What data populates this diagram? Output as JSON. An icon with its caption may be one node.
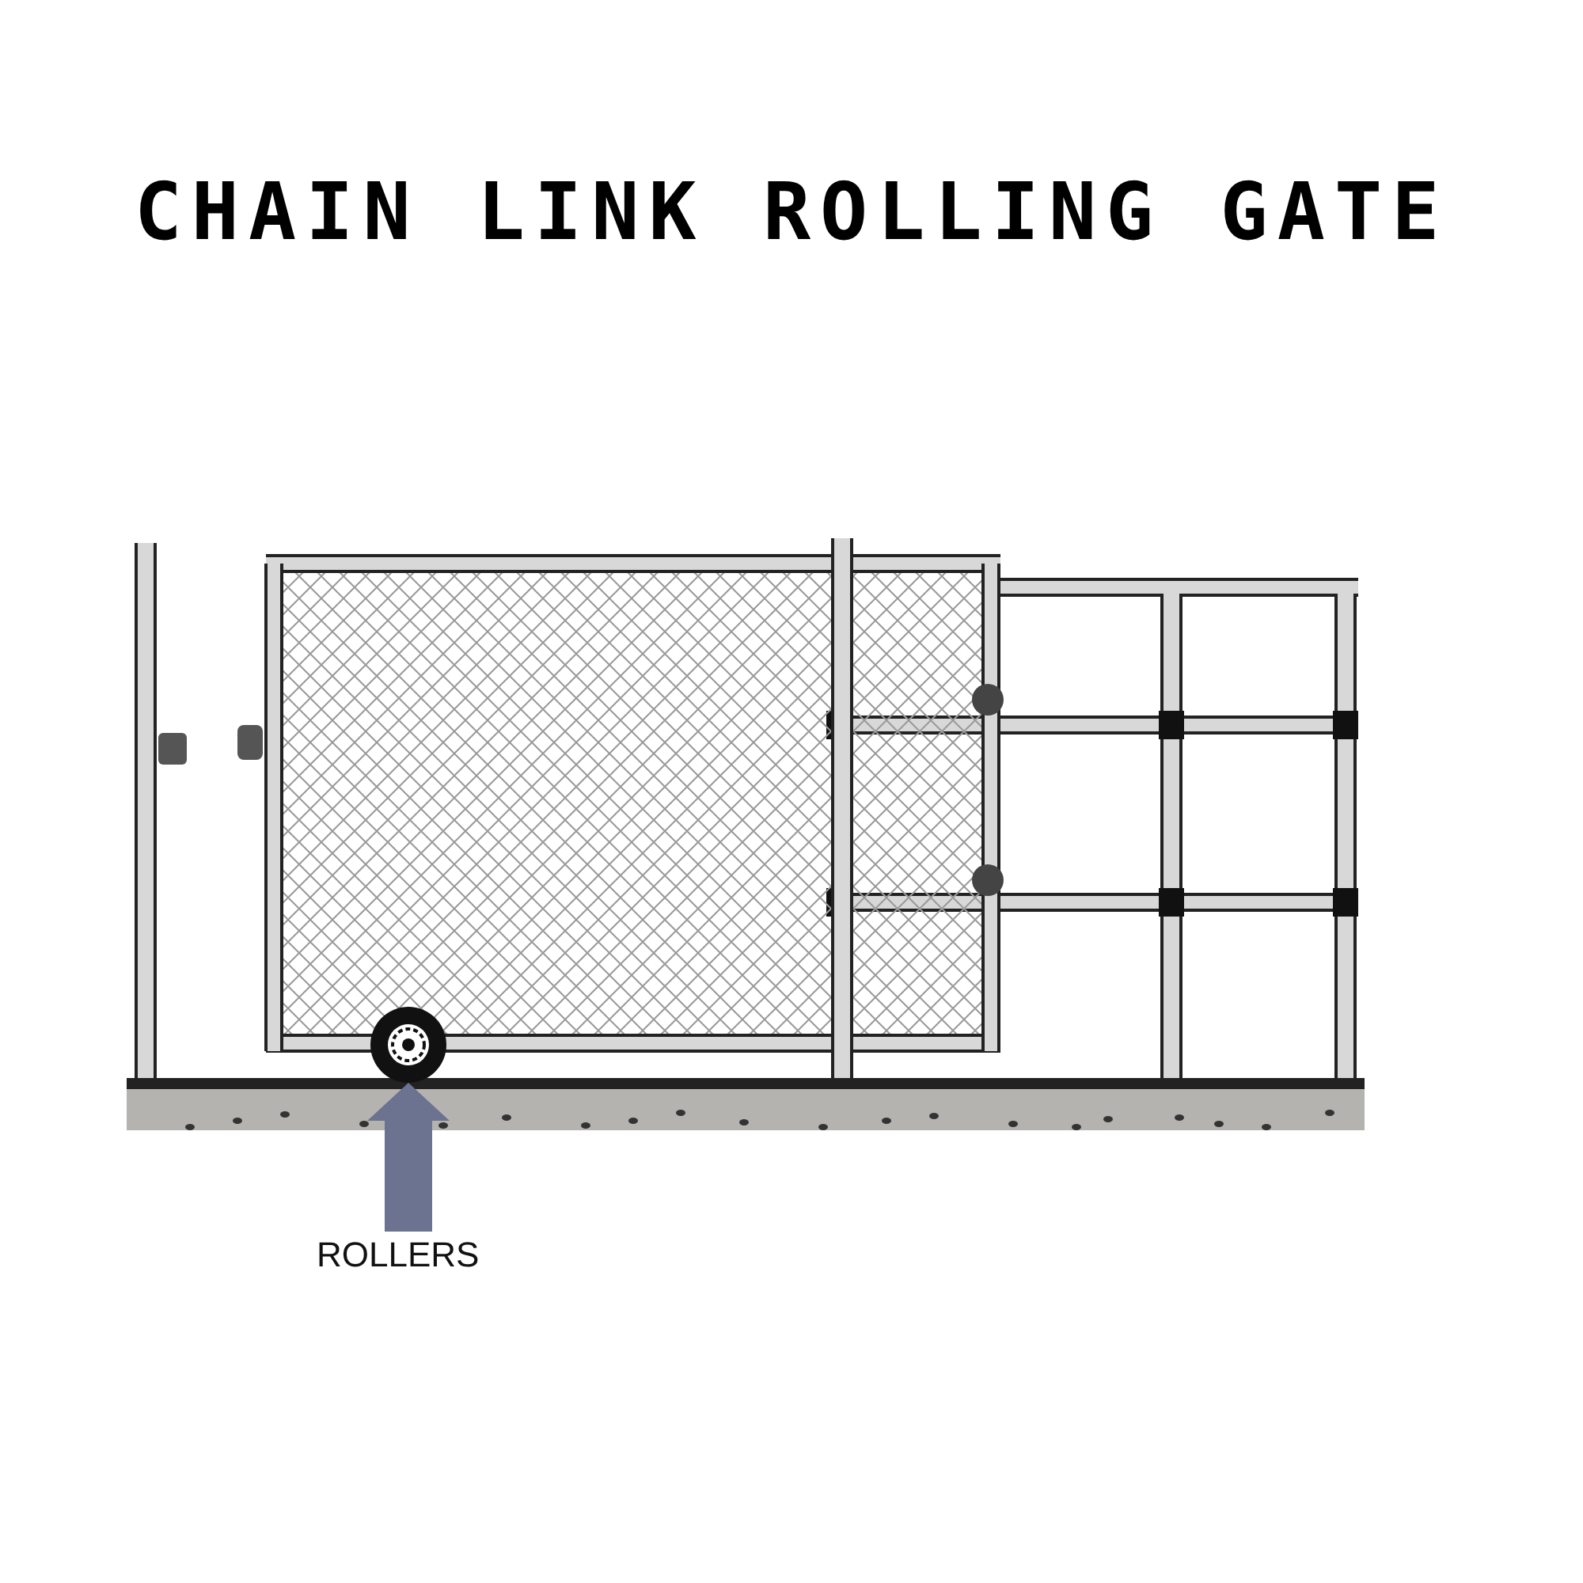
{
  "diagram": {
    "title": "CHAIN LINK ROLLING GATE",
    "nodes": [
      {
        "text": [
          "ROLLERS"
        ]
      },
      {
        "text": [],
        "shape": "circle"
      }
    ],
    "edges": [
      {
        "from": 0,
        "to": 1,
        "arrow": "to"
      }
    ]
  }
}
